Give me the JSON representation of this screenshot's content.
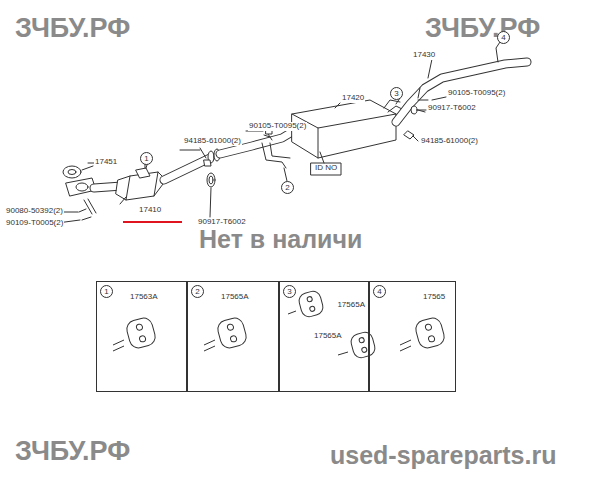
{
  "diagram": {
    "nodes": [
      {
        "text": [
          "1",
          "17563A"
        ]
      },
      {
        "text": [
          "2",
          "17565A"
        ]
      },
      {
        "text": [
          "3",
          "17565A",
          "17565A"
        ]
      },
      {
        "text": [
          "4",
          "17565"
        ]
      }
    ],
    "labels": [
      "ЗЧБУ.РФ",
      "ЗЧБУ.РФ",
      "17430",
      "4",
      "90105-T0095(2)",
      "3",
      "90917-T6002",
      "17420",
      "94185-61000(2)",
      "90105-T0095(2)",
      "94185-61000(2)",
      "1",
      "17451",
      "90917-T6002",
      "2",
      "ID NO",
      "90080-50392(2)",
      "90109-T0005(2)",
      "17410",
      "Нет в наличи",
      "ЗЧБУ.РФ",
      "used-spareparts.ru"
    ]
  }
}
